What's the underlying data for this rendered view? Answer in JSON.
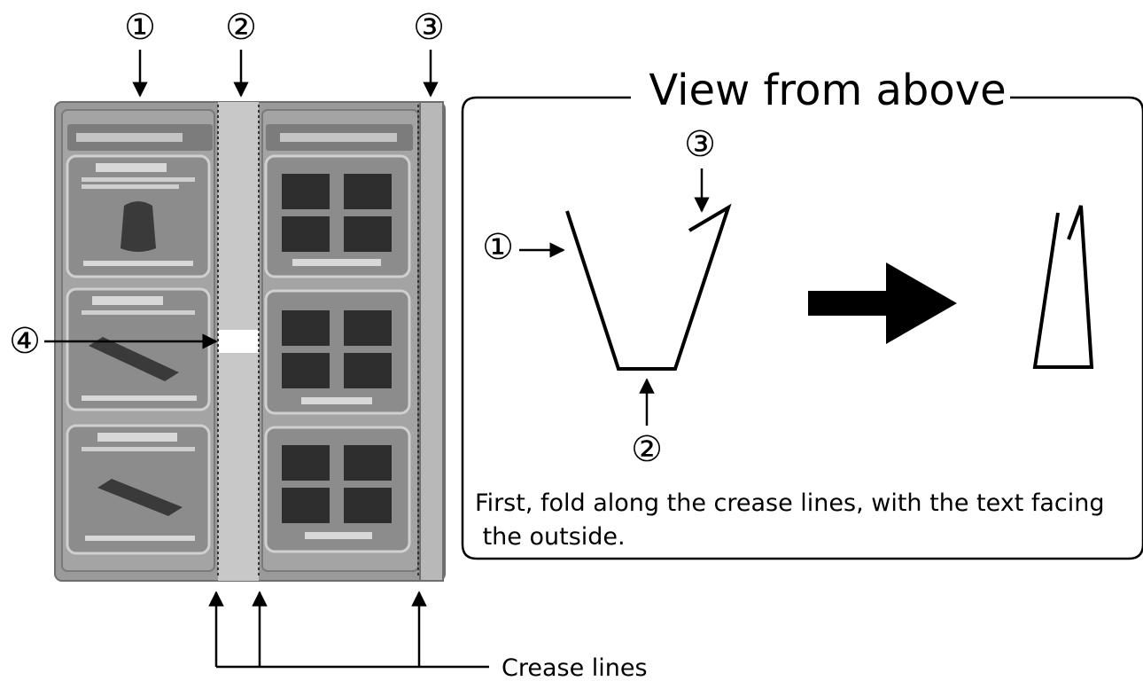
{
  "markers": {
    "m1": "①",
    "m2": "②",
    "m3": "③",
    "m4": "④"
  },
  "crease_label": "Crease lines",
  "panel": {
    "title": "View from above",
    "caption_line1": "First, fold along the crease lines, with the text facing",
    "caption_line2": " the outside."
  },
  "colors": {
    "sheet": "#9a9a9a",
    "spine": "#c8c8c8",
    "card": "#8c8c8c",
    "ink": "#000000"
  }
}
